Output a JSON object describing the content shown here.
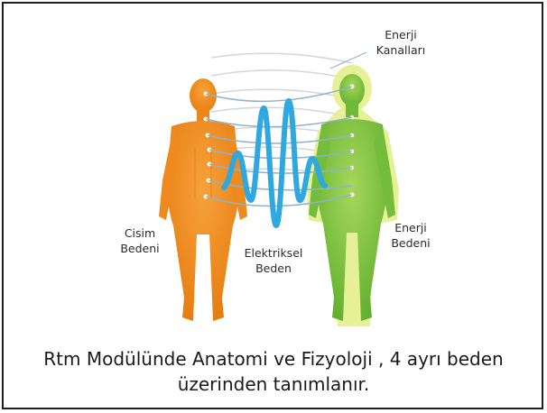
{
  "labels": {
    "energy_channels": "Enerji\nKanalları",
    "physical_body": "Cisim\nBedeni",
    "electrical_body": "Elektriksel\nBeden",
    "energy_body": "Enerji\nBedeni"
  },
  "caption": {
    "line1": "Rtm Modülünde  Anatomi ve Fizyoloji , 4 ayrı beden",
    "line2": "üzerinden tanımlanır."
  },
  "colors": {
    "frame": "#1f1f1f",
    "physical_body": "#f08a1c",
    "energy_body": "#7cc242",
    "energy_body_glow": "#d9ec7a",
    "electrical_wave": "#3aaee0",
    "channel_rings": "#cfd4da"
  }
}
